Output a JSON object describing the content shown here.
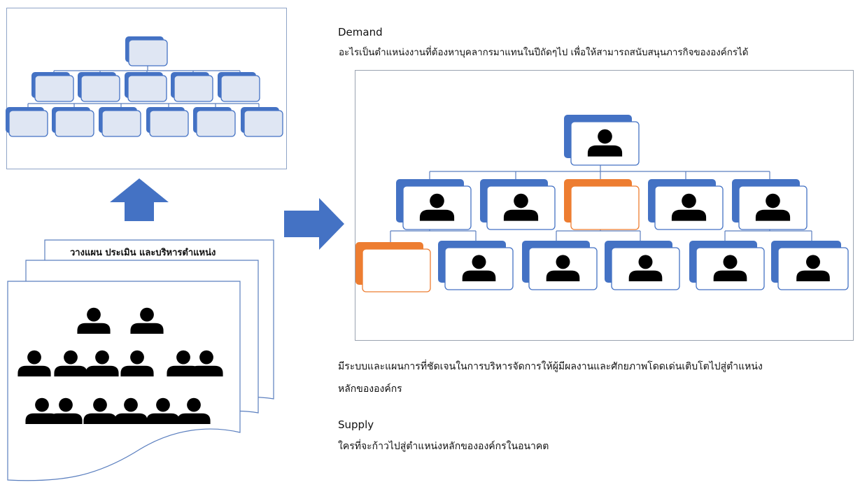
{
  "left_panel": {
    "doc_title": "วางแผน ประเมิน และบริหารตำแหน่ง"
  },
  "right_panel": {
    "demand": {
      "heading": "Demand",
      "description": "อะไรเป็นตำแหน่งงานที่ต้องหาบุคลากรมาแทนในปีถัดๆไป  เพื่อให้สามารถสนับสนุนภารกิจขององค์กรได้"
    },
    "system_text_line1": "มีระบบและแผนการที่ชัดเจนในการบริหารจัดการให้ผู้มีผลงานและศักยภาพโดดเด่นเติบโตไปสู่ตำแหน่ง",
    "system_text_line2": "หลักขององค์กร",
    "supply": {
      "heading": "Supply",
      "description": "ใครที่จะก้าวไปสู่ตำแหน่งหลักขององค์กรในอนาคต"
    }
  },
  "colors": {
    "blue": "#4472c4",
    "orange": "#ed7d31",
    "box_fill": "#dfe6f3",
    "line": "#5b7fbf"
  }
}
